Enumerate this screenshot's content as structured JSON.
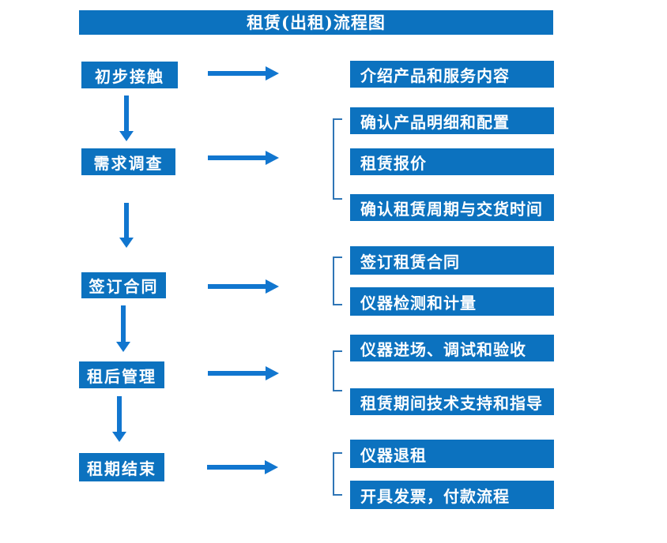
{
  "title": "租赁(出租)流程图",
  "colors": {
    "primary": "#0c72bf",
    "arrow": "#1176cf",
    "bracket": "#2e75b6",
    "text": "#ffffff",
    "background": "#ffffff"
  },
  "steps": [
    {
      "label": "初步接触",
      "details": [
        "介绍产品和服务内容"
      ]
    },
    {
      "label": "需求调查",
      "details": [
        "确认产品明细和配置",
        "租赁报价",
        "确认租赁周期与交货时间"
      ]
    },
    {
      "label": "签订合同",
      "details": [
        "签订租赁合同",
        "仪器检测和计量"
      ]
    },
    {
      "label": "租后管理",
      "details": [
        "仪器进场、调试和验收",
        "租赁期间技术支持和指导"
      ]
    },
    {
      "label": "租期结束",
      "details": [
        "仪器退租",
        "开具发票，付款流程"
      ]
    }
  ]
}
